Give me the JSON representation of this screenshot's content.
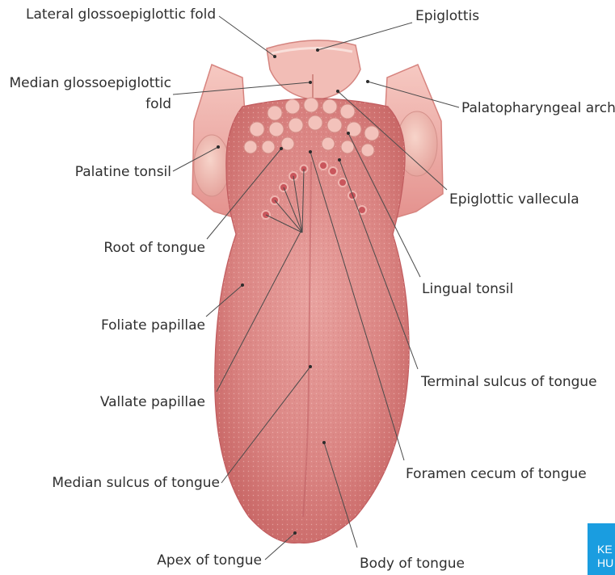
{
  "labels": {
    "lateral_glossoepiglottic_fold": "Lateral glossoepiglottic fold",
    "median_glossoepiglottic_fold_line1": "Median glossoepiglottic",
    "median_glossoepiglottic_fold_line2": "fold",
    "palatine_tonsil": "Palatine tonsil",
    "root_of_tongue": "Root of tongue",
    "foliate_papillae": "Foliate papillae",
    "vallate_papillae": "Vallate papillae",
    "median_sulcus_of_tongue": "Median sulcus of tongue",
    "apex_of_tongue": "Apex of tongue",
    "epiglottis": "Epiglottis",
    "palatopharyngeal_arch": "Palatopharyngeal arch",
    "epiglottic_vallecula": "Epiglottic vallecula",
    "lingual_tonsil": "Lingual tonsil",
    "terminal_sulcus_of_tongue": "Terminal sulcus of tongue",
    "foramen_cecum_of_tongue": "Foramen cecum of tongue",
    "body_of_tongue": "Body of tongue"
  },
  "brand": {
    "line1": "KE",
    "line2": "HU",
    "color": "#1a9de0"
  },
  "colors": {
    "tongue": "#d97f80",
    "tongue_dark": "#c45f62",
    "tissue_light": "#f1b9b3",
    "leader": "#4a4a4a"
  }
}
